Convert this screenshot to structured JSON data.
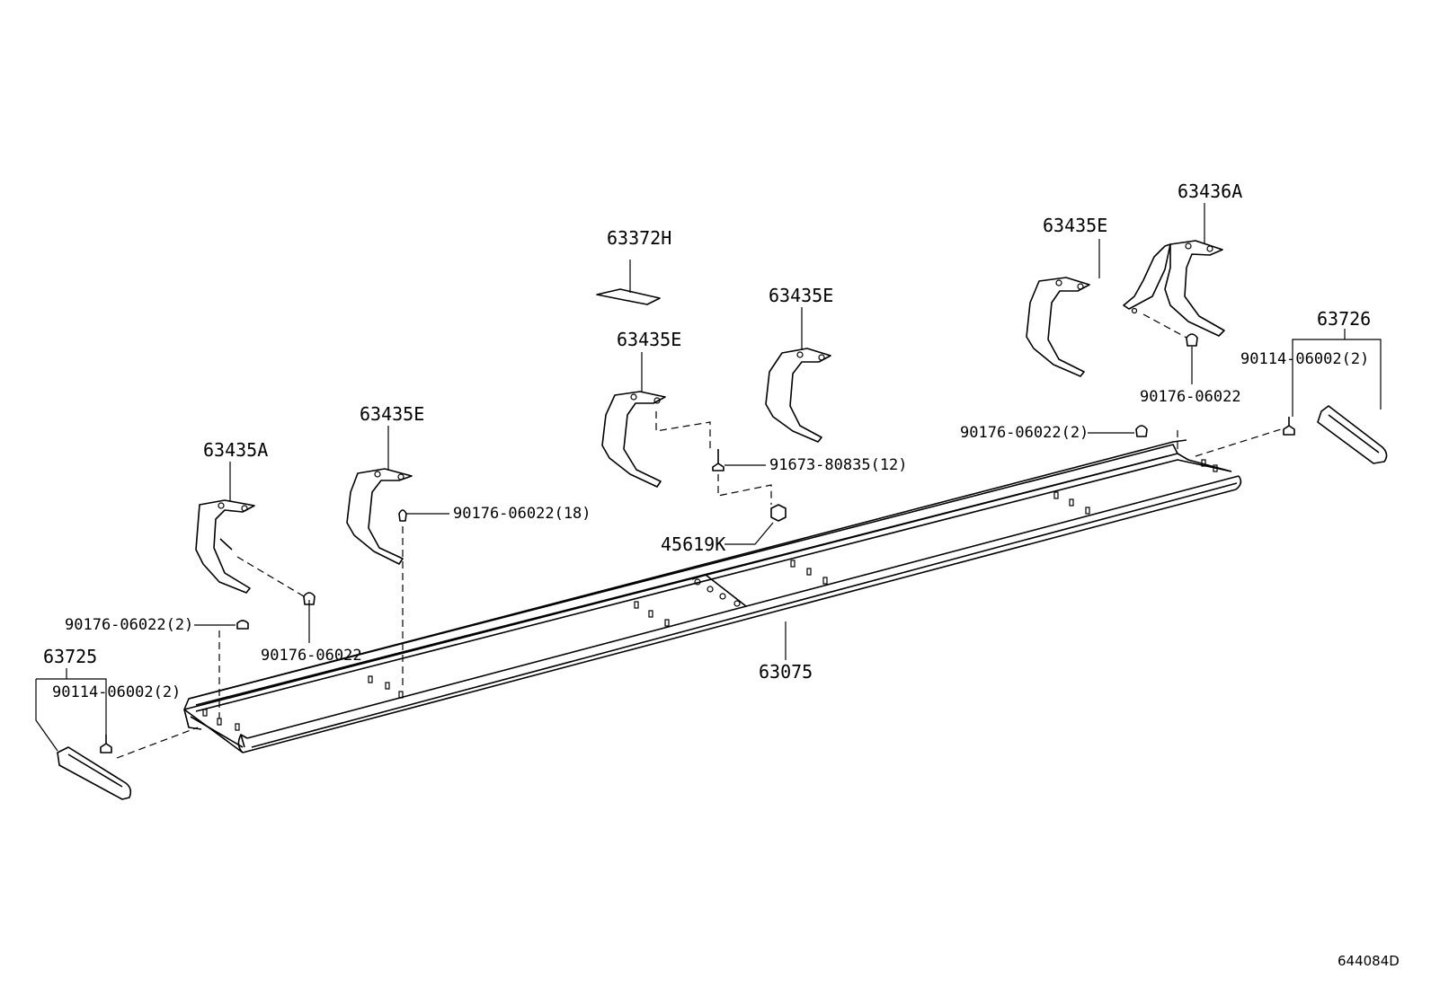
{
  "diagram_ref": "644084D",
  "labels": {
    "p63372H": "63372H",
    "p63435E_a": "63435E",
    "p63435E_b": "63435E",
    "p63435E_c": "63435E",
    "p63435E_d": "63435E",
    "p63435A": "63435A",
    "p63436A": "63436A",
    "p63726": "63726",
    "p63725": "63725",
    "p63075": "63075",
    "p45619K": "45619K",
    "p91673": "91673-80835(12)",
    "p90176_18": "90176-06022(18)",
    "p90176_left2": "90176-06022(2)",
    "p90176_left": "90176-06022",
    "p90176_right2": "90176-06022(2)",
    "p90176_right": "90176-06022",
    "p90114_left": "90114-06002(2)",
    "p90114_right": "90114-06002(2)"
  }
}
